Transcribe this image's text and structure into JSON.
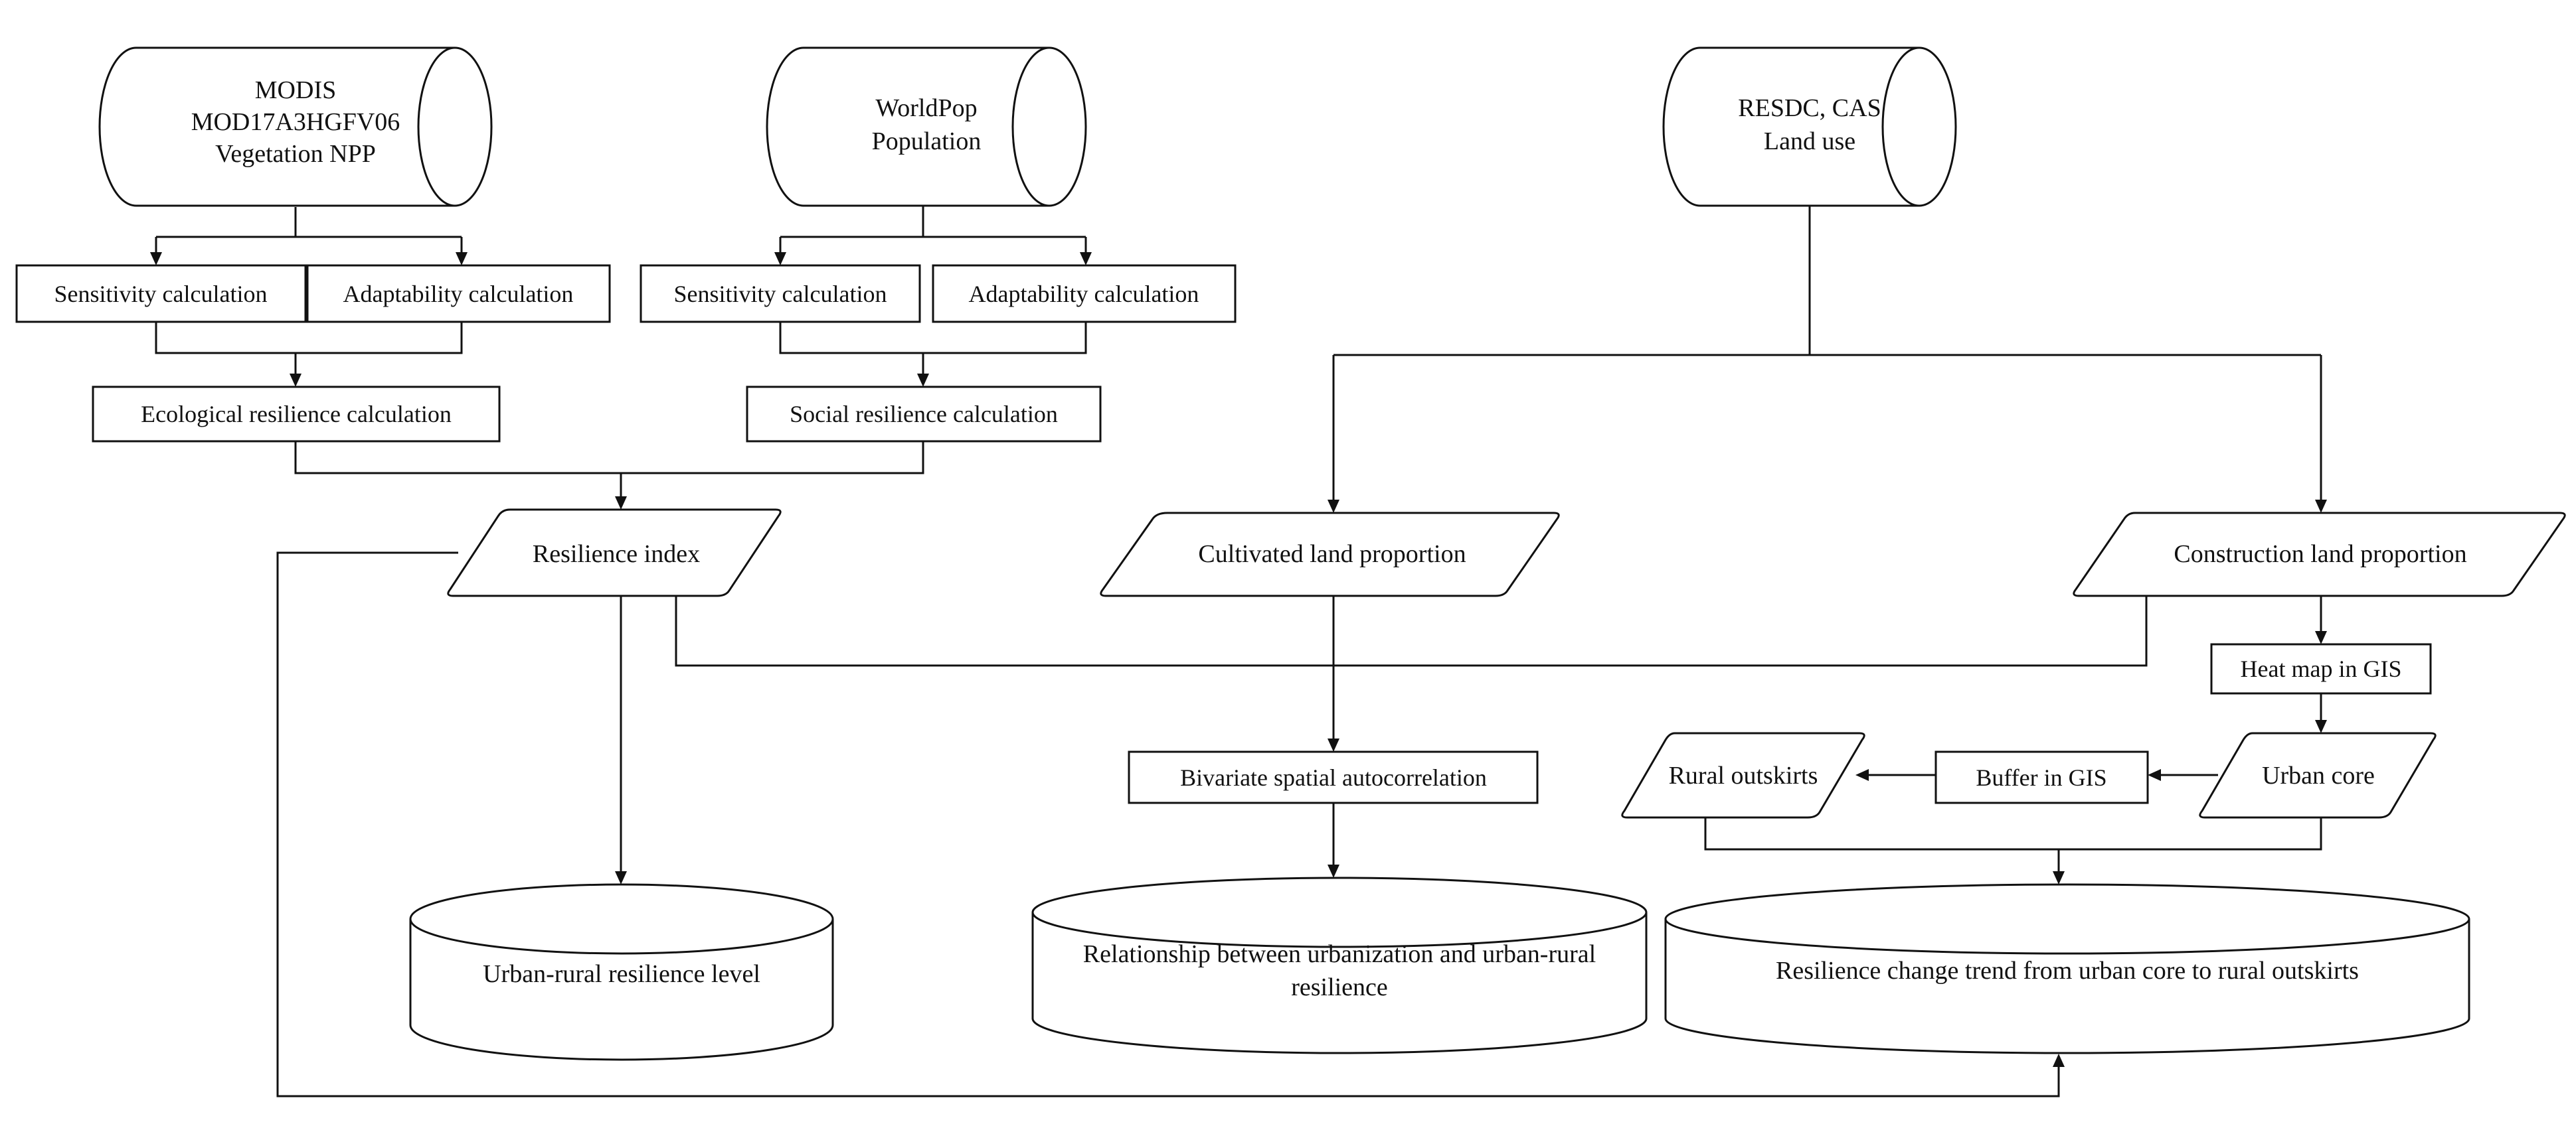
{
  "sources": {
    "modis": {
      "line1": "MODIS",
      "line2": "MOD17A3HGFV06",
      "line3": "Vegetation NPP"
    },
    "worldpop": {
      "line1": "WorldPop",
      "line2": "Population"
    },
    "resdc": {
      "line1": "RESDC, CAS",
      "line2": "Land use"
    }
  },
  "processes": {
    "sensitivity_eco": "Sensitivity calculation",
    "adaptability_eco": "Adaptability calculation",
    "sensitivity_soc": "Sensitivity calculation",
    "adaptability_soc": "Adaptability calculation",
    "ecological_resilience": "Ecological resilience calculation",
    "social_resilience": "Social resilience calculation",
    "heat_map": "Heat map in GIS",
    "bivariate": "Bivariate spatial autocorrelation",
    "buffer": "Buffer in GIS"
  },
  "data_nodes": {
    "resilience_index": "Resilience index",
    "cultivated_land": "Cultivated land proportion",
    "construction_land": "Construction land proportion",
    "urban_core": "Urban core",
    "rural_outskirts": "Rural outskirts"
  },
  "outputs": {
    "resilience_level": "Urban-rural resilience level",
    "relationship_line1": "Relationship between urbanization and urban-rural",
    "relationship_line2": "resilience",
    "trend": "Resilience change trend from urban core to rural outskirts"
  }
}
